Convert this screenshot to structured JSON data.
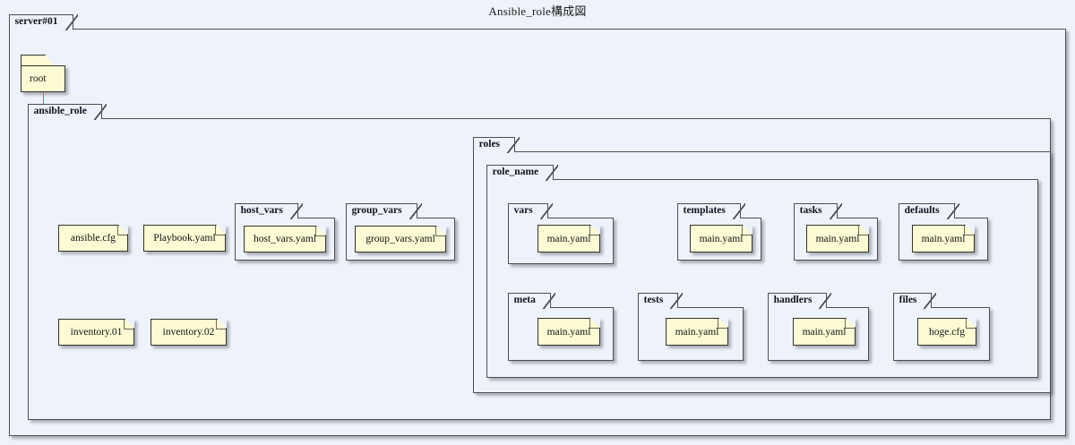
{
  "diagram": {
    "title": "Ansible_role構成図",
    "colors": {
      "background": "#eef3fb",
      "package_border": "#4a4f57",
      "note_fill": "#fdfbd3",
      "note_border": "#33332c",
      "link": "#c4647f"
    }
  },
  "root_package": {
    "label": "server#01"
  },
  "root_node": {
    "label": "root"
  },
  "ansible_role_package": {
    "label": "ansible_role"
  },
  "top_level_files": [
    {
      "label": "ansible.cfg"
    },
    {
      "label": "Playbook.yaml"
    }
  ],
  "inventory_files": [
    {
      "label": "inventory.01"
    },
    {
      "label": "inventory.02"
    }
  ],
  "var_packages": [
    {
      "label": "host_vars",
      "file": "host_vars.yaml"
    },
    {
      "label": "group_vars",
      "file": "group_vars.yaml"
    }
  ],
  "roles_package": {
    "label": "roles"
  },
  "role_name_package": {
    "label": "role_name"
  },
  "role_subpackages_row1": [
    {
      "label": "vars",
      "file": "main.yaml"
    },
    {
      "label": "templates",
      "file": "main.yaml"
    },
    {
      "label": "tasks",
      "file": "main.yaml"
    },
    {
      "label": "defaults",
      "file": "main.yaml"
    }
  ],
  "role_subpackages_row2": [
    {
      "label": "meta",
      "file": "main.yaml"
    },
    {
      "label": "tests",
      "file": "main.yaml"
    },
    {
      "label": "handlers",
      "file": "main.yaml"
    },
    {
      "label": "files",
      "file": "hoge.cfg"
    }
  ]
}
